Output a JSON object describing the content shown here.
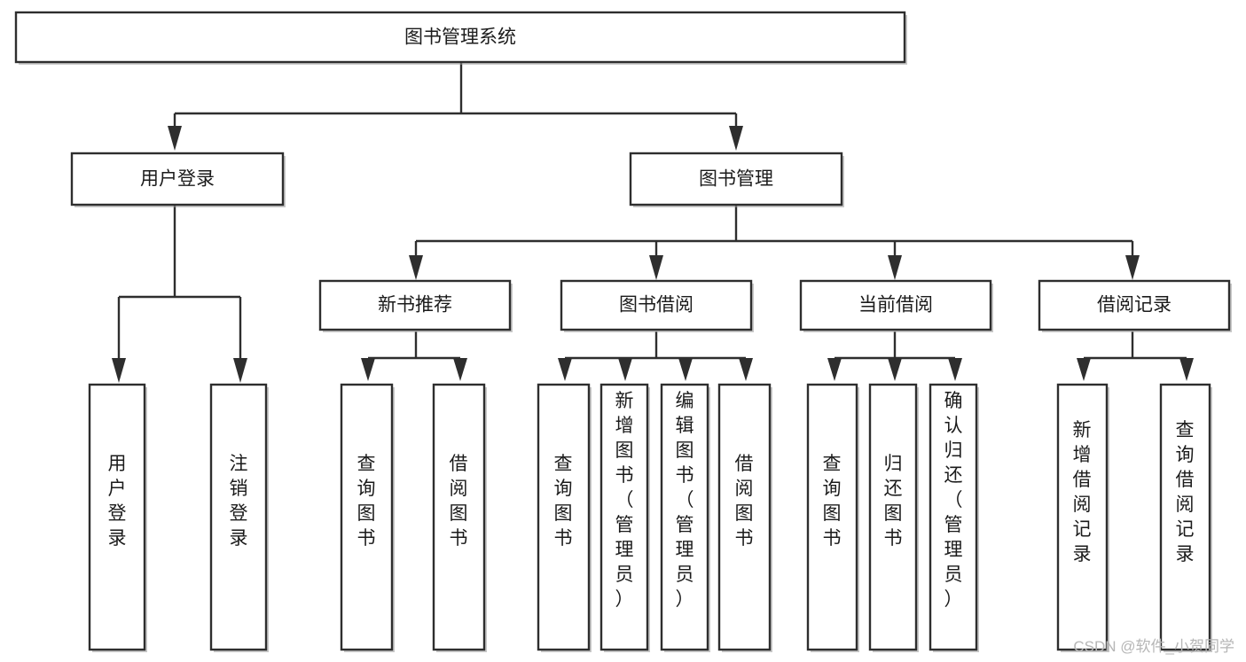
{
  "diagram": {
    "type": "tree",
    "title": "图书管理系统",
    "orientation": "top-down",
    "background_color": "#ffffff",
    "border_color": "#2e2e2e",
    "text_color": "#1b1b1b"
  },
  "nodes": {
    "root": {
      "label": "图书管理系统",
      "level": 0,
      "text_orientation": "horizontal"
    },
    "l1": [
      {
        "id": "user-login",
        "label": "用户登录",
        "level": 1,
        "text_orientation": "horizontal"
      },
      {
        "id": "book-manage",
        "label": "图书管理",
        "level": 1,
        "text_orientation": "horizontal"
      }
    ],
    "l2": [
      {
        "id": "new-book-rec",
        "label": "新书推荐",
        "level": 2,
        "text_orientation": "horizontal",
        "parent": "book-manage"
      },
      {
        "id": "book-borrow",
        "label": "图书借阅",
        "level": 2,
        "text_orientation": "horizontal",
        "parent": "book-manage"
      },
      {
        "id": "current-borrow",
        "label": "当前借阅",
        "level": 2,
        "text_orientation": "horizontal",
        "parent": "book-manage"
      },
      {
        "id": "borrow-record",
        "label": "借阅记录",
        "level": 2,
        "text_orientation": "horizontal",
        "parent": "book-manage"
      }
    ],
    "leaves": [
      {
        "id": "leaf-user-login",
        "label": "用户登录",
        "parent": "user-login",
        "text_orientation": "vertical"
      },
      {
        "id": "leaf-user-logout",
        "label": "注销登录",
        "parent": "user-login",
        "text_orientation": "vertical"
      },
      {
        "id": "leaf-rec-query",
        "label": "查询图书",
        "parent": "new-book-rec",
        "text_orientation": "vertical"
      },
      {
        "id": "leaf-rec-borrow",
        "label": "借阅图书",
        "parent": "new-book-rec",
        "text_orientation": "vertical"
      },
      {
        "id": "leaf-borrow-query",
        "label": "查询图书",
        "parent": "book-borrow",
        "text_orientation": "vertical"
      },
      {
        "id": "leaf-borrow-add",
        "label": "新增图书（管理员）",
        "parent": "book-borrow",
        "text_orientation": "vertical"
      },
      {
        "id": "leaf-borrow-edit",
        "label": "编辑图书（管理员）",
        "parent": "book-borrow",
        "text_orientation": "vertical"
      },
      {
        "id": "leaf-borrow-lend",
        "label": "借阅图书",
        "parent": "book-borrow",
        "text_orientation": "vertical"
      },
      {
        "id": "leaf-cur-query",
        "label": "查询图书",
        "parent": "current-borrow",
        "text_orientation": "vertical"
      },
      {
        "id": "leaf-cur-return",
        "label": "归还图书",
        "parent": "current-borrow",
        "text_orientation": "vertical"
      },
      {
        "id": "leaf-cur-confirm",
        "label": "确认归还（管理员）",
        "parent": "current-borrow",
        "text_orientation": "vertical"
      },
      {
        "id": "leaf-rec-add",
        "label": "新增借阅记录",
        "parent": "borrow-record",
        "text_orientation": "vertical"
      },
      {
        "id": "leaf-rec-search",
        "label": "查询借阅记录",
        "parent": "borrow-record",
        "text_orientation": "vertical"
      }
    ]
  },
  "watermark": {
    "text": "CSDN @软件_小贺同学"
  }
}
